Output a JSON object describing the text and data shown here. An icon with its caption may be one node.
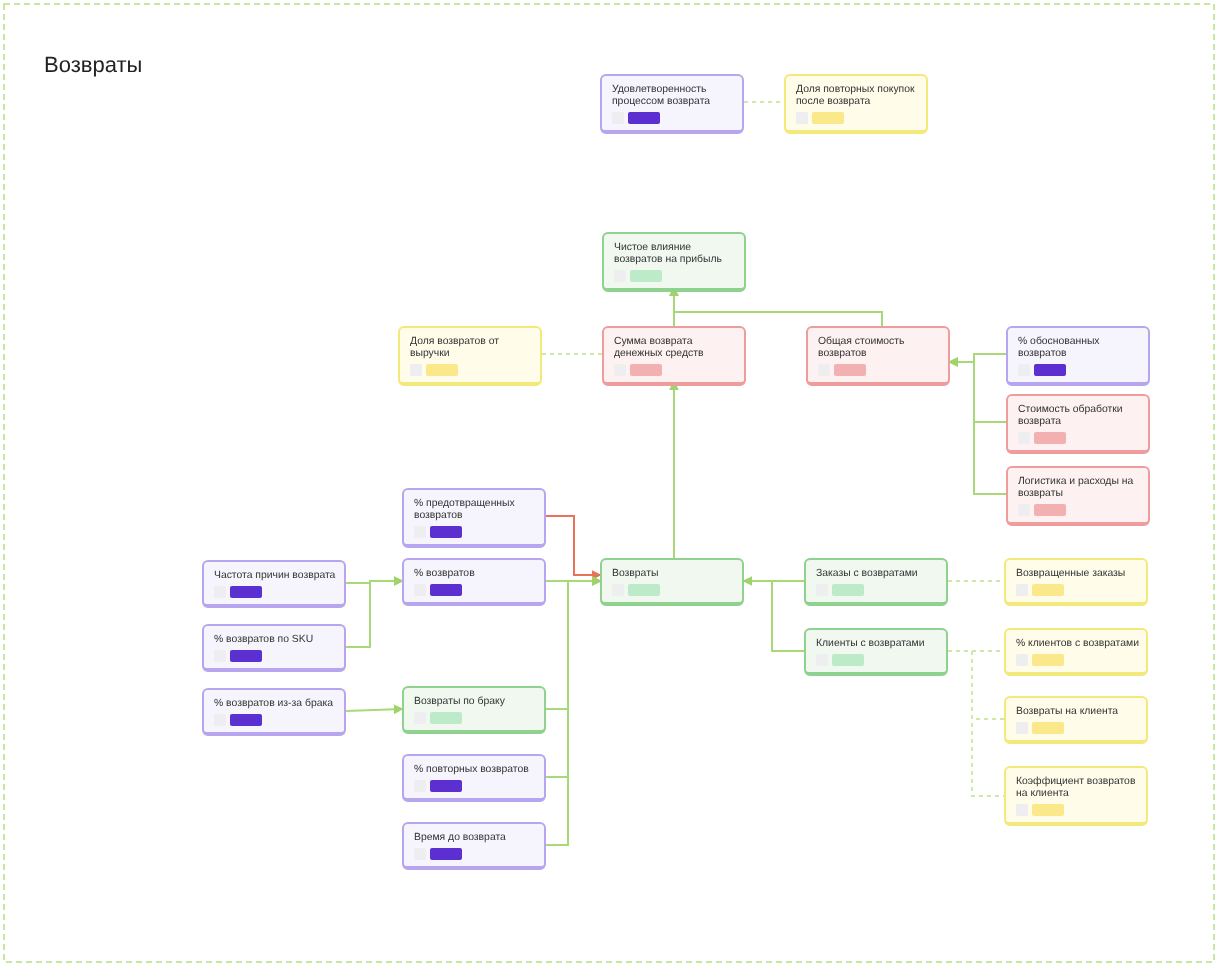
{
  "diagram": {
    "title": "Возвраты",
    "nodes": [
      {
        "text": [
          "Удовлетворенность процессом возврата"
        ]
      },
      {
        "text": [
          "Доля повторных покупок после возврата"
        ]
      },
      {
        "text": [
          "Чистое влияние возвратов на прибыль"
        ]
      },
      {
        "text": [
          "Доля возвратов от выручки"
        ]
      },
      {
        "text": [
          "Сумма возврата денежных средств"
        ]
      },
      {
        "text": [
          "Общая стоимость возвратов"
        ]
      },
      {
        "text": [
          "% обоснованных возвратов"
        ]
      },
      {
        "text": [
          "Стоимость обработки возврата"
        ]
      },
      {
        "text": [
          "Логистика и расходы на возвраты"
        ]
      },
      {
        "text": [
          "% предотвращенных возвратов"
        ]
      },
      {
        "text": [
          "% возвратов"
        ]
      },
      {
        "text": [
          "Возвраты"
        ]
      },
      {
        "text": [
          "Заказы с возвратами"
        ]
      },
      {
        "text": [
          "Клиенты с возвратами"
        ]
      },
      {
        "text": [
          "Частота причин возврата"
        ]
      },
      {
        "text": [
          "% возвратов по SKU"
        ]
      },
      {
        "text": [
          "% возвратов из-за брака"
        ]
      },
      {
        "text": [
          "Возвраты по браку"
        ]
      },
      {
        "text": [
          "% повторных возвратов"
        ]
      },
      {
        "text": [
          "Время до возврата"
        ]
      },
      {
        "text": [
          "Возвращенные заказы"
        ]
      },
      {
        "text": [
          "% клиентов с возвратами"
        ]
      },
      {
        "text": [
          "Возвраты на клиента"
        ]
      },
      {
        "text": [
          "Коэффициент возвратов на клиента"
        ]
      }
    ],
    "edges": [
      {
        "from": 0,
        "to": 1,
        "arrow": "none",
        "style": "dashed"
      },
      {
        "from": 3,
        "to": 4,
        "arrow": "none",
        "style": "dashed"
      },
      {
        "from": 4,
        "to": 2,
        "arrow": "to"
      },
      {
        "from": 5,
        "to": 2,
        "arrow": "to"
      },
      {
        "from": 6,
        "to": 5,
        "arrow": "to"
      },
      {
        "from": 7,
        "to": 5,
        "arrow": "to"
      },
      {
        "from": 8,
        "to": 5,
        "arrow": "to"
      },
      {
        "from": 11,
        "to": 4,
        "arrow": "to"
      },
      {
        "from": 9,
        "to": 11,
        "arrow": "to",
        "color": "#e8735a"
      },
      {
        "from": 10,
        "to": 11,
        "arrow": "to"
      },
      {
        "from": 17,
        "to": 11,
        "arrow": "to"
      },
      {
        "from": 18,
        "to": 11,
        "arrow": "to"
      },
      {
        "from": 19,
        "to": 11,
        "arrow": "to"
      },
      {
        "from": 14,
        "to": 10,
        "arrow": "to"
      },
      {
        "from": 15,
        "to": 10,
        "arrow": "to"
      },
      {
        "from": 16,
        "to": 17,
        "arrow": "to"
      },
      {
        "from": 12,
        "to": 11,
        "arrow": "to"
      },
      {
        "from": 13,
        "to": 11,
        "arrow": "to"
      },
      {
        "from": 12,
        "to": 20,
        "arrow": "none",
        "style": "dashed"
      },
      {
        "from": 13,
        "to": 21,
        "arrow": "none",
        "style": "dashed"
      },
      {
        "from": 13,
        "to": 22,
        "arrow": "none",
        "style": "dashed"
      },
      {
        "from": 13,
        "to": 23,
        "arrow": "none",
        "style": "dashed"
      }
    ]
  }
}
